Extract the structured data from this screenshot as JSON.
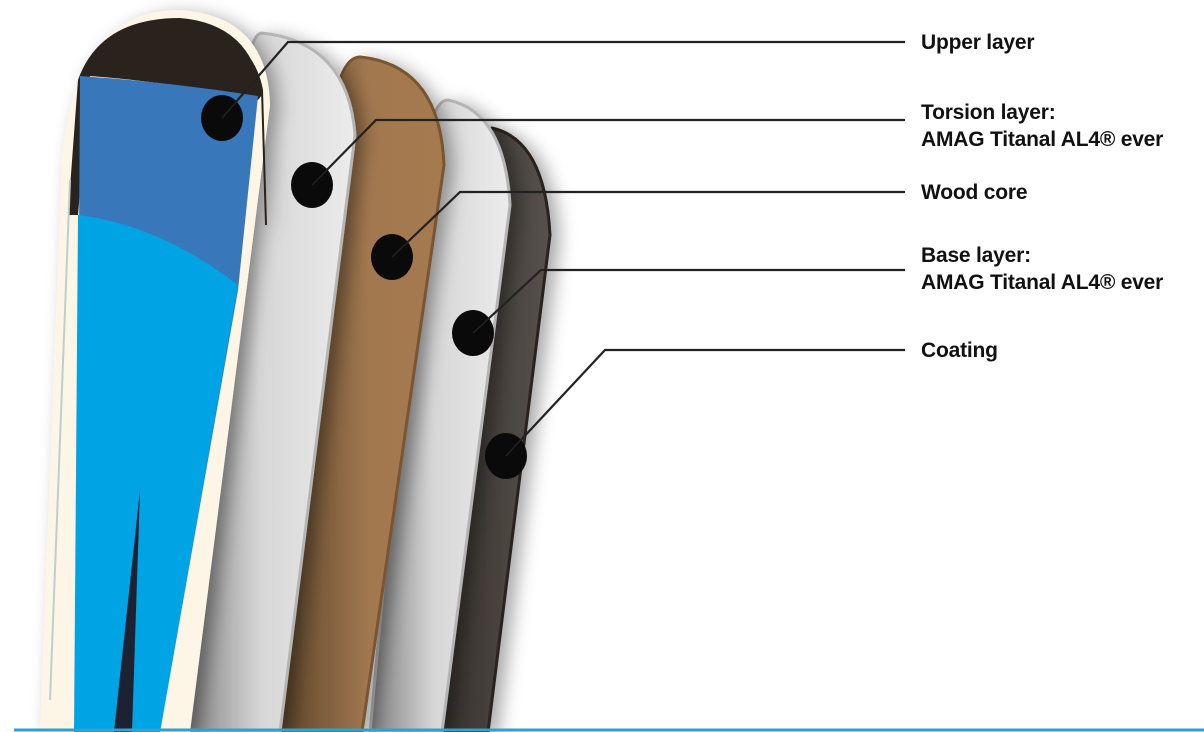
{
  "title": "Ski layer construction",
  "colors": {
    "upper_cream": "#fdf5e6",
    "upper_top": "#2a211b",
    "blue_dark": "#3777b9",
    "blue_light": "#00a3e3",
    "titanal": "#e2e2e2",
    "wood": "#a27850",
    "coating": "#4a4540",
    "callout_dot": "#0a0a0a"
  },
  "layers": [
    {
      "id": "upper",
      "label": "Upper layer"
    },
    {
      "id": "torsion",
      "label": "Torsion layer:",
      "sub": "AMAG Titanal AL4® ever"
    },
    {
      "id": "wood",
      "label": "Wood core"
    },
    {
      "id": "base",
      "label": "Base layer:",
      "sub": "AMAG Titanal AL4® ever"
    },
    {
      "id": "coating",
      "label": "Coating"
    }
  ]
}
